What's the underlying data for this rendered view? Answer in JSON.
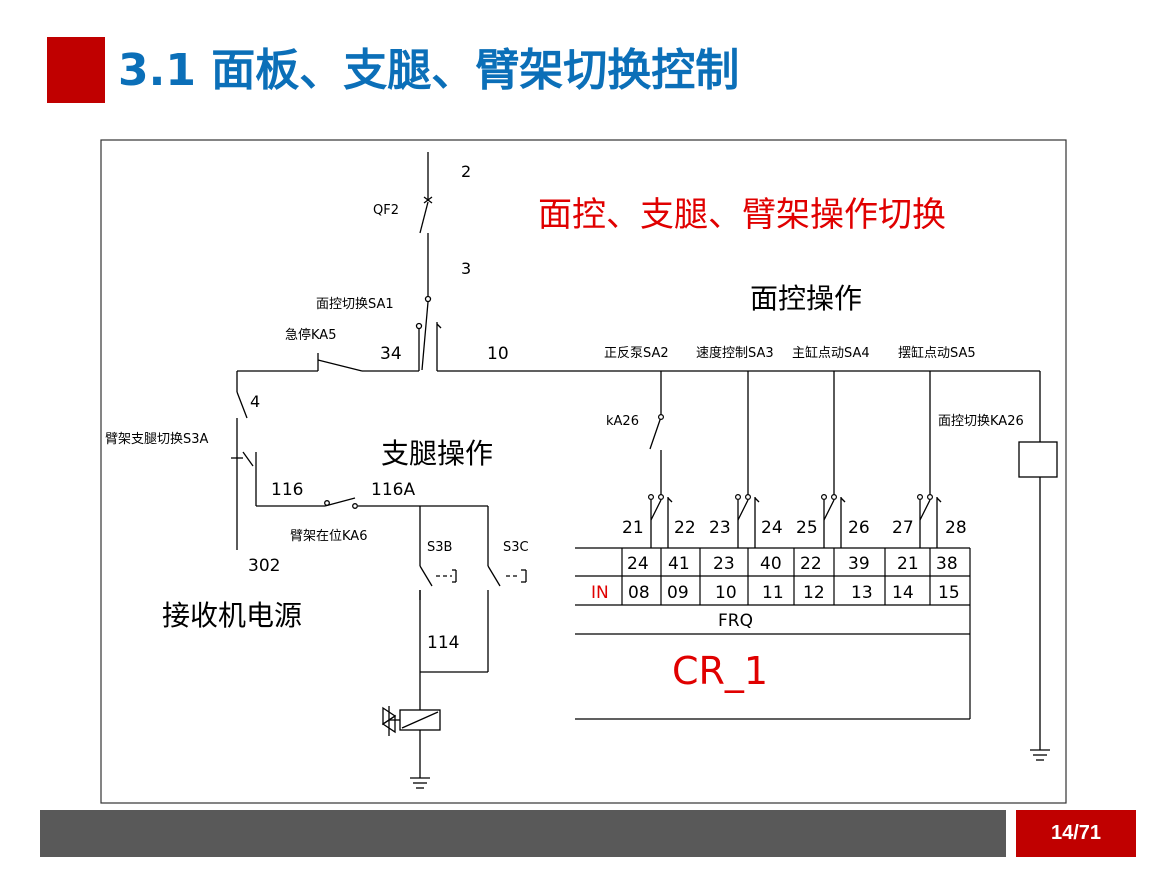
{
  "slide": {
    "title": "3.1  面板、支腿、臂架切换控制",
    "page_number": "14/71"
  },
  "colors": {
    "title_blue": "#0b6fb8",
    "accent_red": "#c00000",
    "diagram_red": "#e00000",
    "footer_gray": "#595959"
  },
  "diagram": {
    "main_heading": "面控、支腿、臂架操作切换",
    "section_panel": "面控操作",
    "section_outrigger": "支腿操作",
    "section_power": "接收机电源",
    "wires": {
      "w2": "2",
      "w3": "3",
      "w34": "34",
      "w10": "10",
      "w4": "4",
      "w116": "116",
      "w116a": "116A",
      "w302": "302",
      "w114": "114"
    },
    "components": {
      "qf2": "QF2",
      "sa1": "面控切换SA1",
      "ka5": "急停KA5",
      "s3a": "臂架支腿切换S3A",
      "ka6": "臂架在位KA6",
      "s3b": "S3B",
      "s3c": "S3C",
      "sa2": "正反泵SA2",
      "sa3": "速度控制SA3",
      "sa4": "主缸点动SA4",
      "sa5": "摆缸点动SA5",
      "ka26": "kA26",
      "ka26_coil": "面控切换KA26"
    },
    "contact_numbers": [
      "21",
      "22",
      "23",
      "24",
      "25",
      "26",
      "27",
      "28"
    ],
    "controller": {
      "wire_row": [
        "24",
        "41",
        "23",
        "40",
        "22",
        "39",
        "21",
        "38"
      ],
      "in_label": "IN",
      "input_row": [
        "08",
        "09",
        "10",
        "11",
        "12",
        "13",
        "14",
        "15"
      ],
      "module": "FRQ",
      "name": "CR_1"
    }
  }
}
